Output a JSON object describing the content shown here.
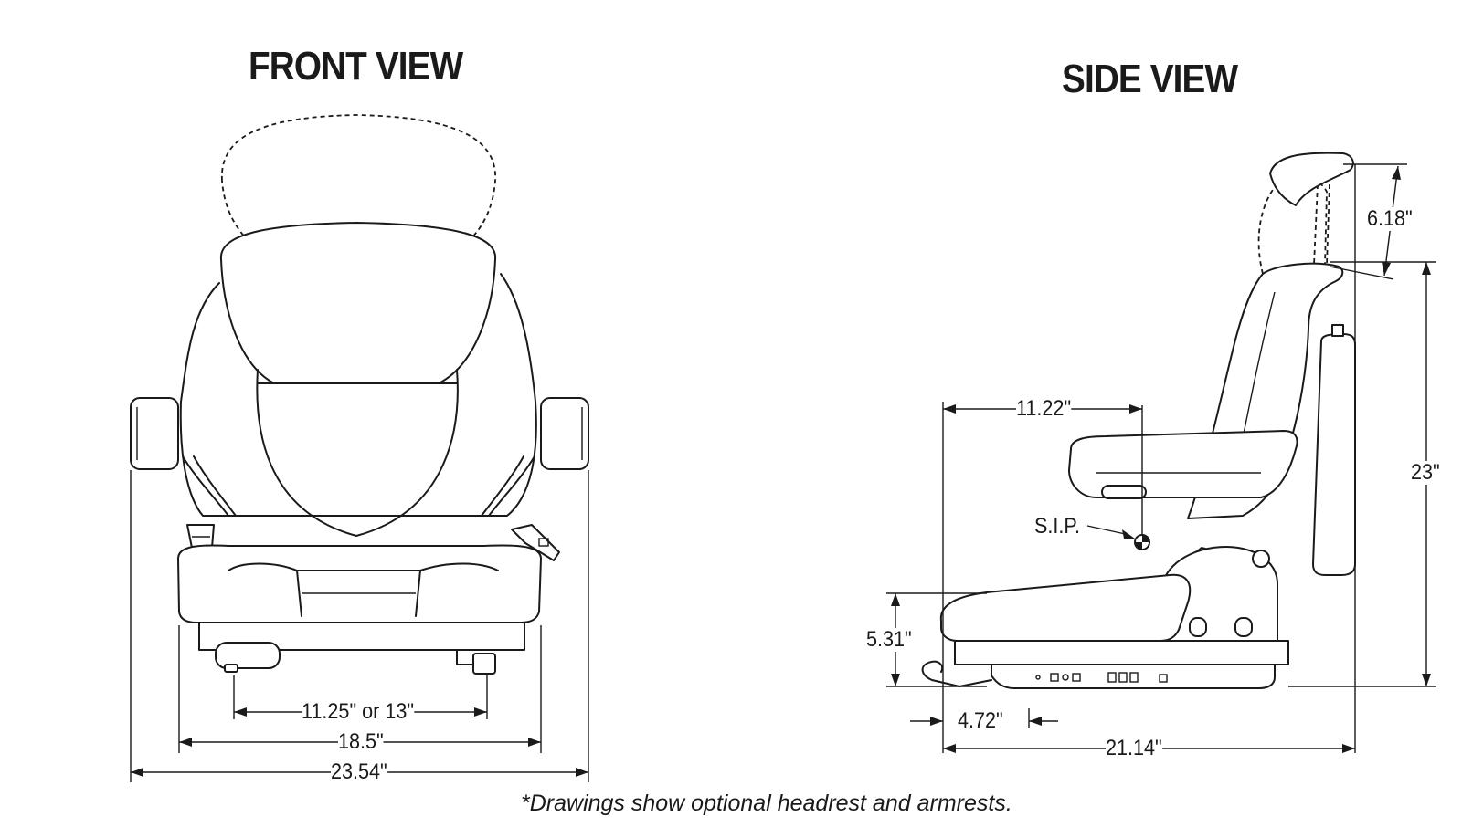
{
  "front_view": {
    "title": "FRONT VIEW",
    "dimensions": {
      "mount_spacing": "11.25\" or 13\"",
      "seat_width": "18.5\"",
      "overall_width": "23.54\""
    }
  },
  "side_view": {
    "title": "SIDE VIEW",
    "dimensions": {
      "headrest_height": "6.18\"",
      "front_to_sip": "11.22\"",
      "sip_label": "S.I.P.",
      "backrest_height": "23\"",
      "seat_height": "5.31\"",
      "lever_offset": "4.72\"",
      "overall_depth": "21.14\""
    }
  },
  "footnote": "*Drawings show optional headrest and armrests.",
  "colors": {
    "line": "#1a1a1a",
    "background": "#ffffff"
  }
}
